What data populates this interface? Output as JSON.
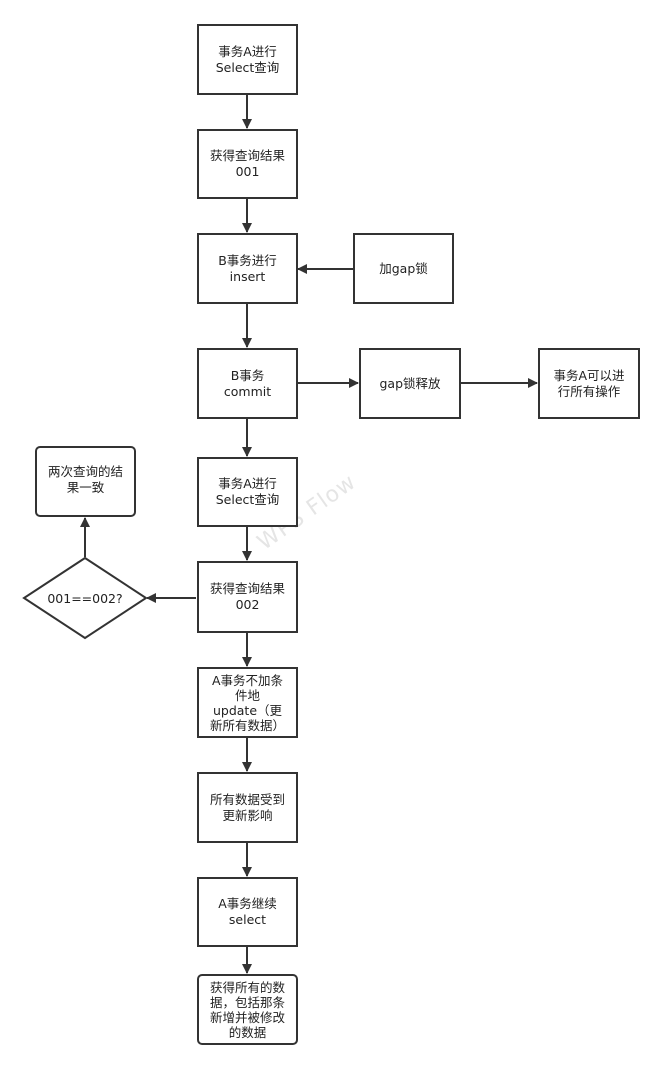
{
  "nodes": {
    "n1": "事务A进行\nSelect查询",
    "n2": "获得查询结果\n001",
    "n3": "B事务进行\ninsert",
    "n3side": "加gap锁",
    "n4": "B事务\ncommit",
    "n4mid": "gap锁释放",
    "n4right": "事务A可以进\n行所有操作",
    "n5": "事务A进行\nSelect查询",
    "n6": "获得查询结果\n002",
    "decision": "001==002?",
    "result": "两次查询的结\n果一致",
    "n7": "A事务不加条\n件地\nupdate（更\n新所有数据）",
    "n8": "所有数据受到\n更新影响",
    "n9": "A事务继续\nselect",
    "n10": "获得所有的数\n据，包括那条\n新增并被修改\n的数据"
  },
  "watermark": "WPS Flow",
  "colors": {
    "stroke": "#333333",
    "text": "#222222",
    "background": "#ffffff"
  }
}
